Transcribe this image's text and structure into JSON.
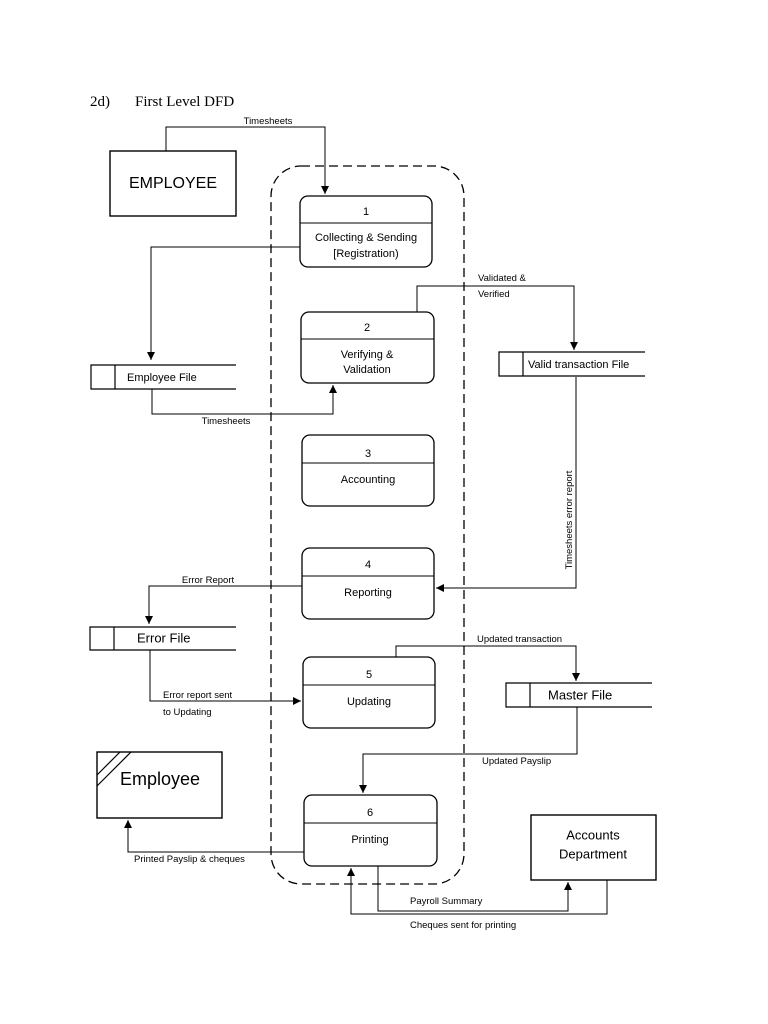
{
  "heading": {
    "number": "2d)",
    "title": "First Level DFD"
  },
  "entities": {
    "employee_top": "EMPLOYEE",
    "employee_bottom": "Employee",
    "accounts": [
      "Accounts",
      "Department"
    ]
  },
  "processes": [
    {
      "id": "1",
      "lines": [
        "Collecting & Sending",
        "[Registration)"
      ]
    },
    {
      "id": "2",
      "lines": [
        "Verifying &",
        "Validation"
      ]
    },
    {
      "id": "3",
      "lines": [
        "Accounting"
      ]
    },
    {
      "id": "4",
      "lines": [
        "Reporting"
      ]
    },
    {
      "id": "5",
      "lines": [
        "Updating"
      ]
    },
    {
      "id": "6",
      "lines": [
        "Printing"
      ]
    }
  ],
  "stores": {
    "employee_file": "Employee File",
    "valid_transaction_file": "Valid transaction File",
    "error_file": "Error File",
    "master_file": "Master File"
  },
  "flows": {
    "timesheets_top": "Timesheets",
    "validated": [
      "Validated &",
      "Verified"
    ],
    "timesheets_bottom": "Timesheets",
    "timesheets_error_report": "Timesheets error report",
    "error_report": "Error Report",
    "error_report_sent": [
      "Error report sent",
      "to Updating"
    ],
    "updated_transaction": "Updated transaction",
    "updated_payslip": "Updated Payslip",
    "printed_payslip": "Printed Payslip & cheques",
    "payroll_summary": "Payroll Summary",
    "cheques_sent": "Cheques sent for printing"
  }
}
